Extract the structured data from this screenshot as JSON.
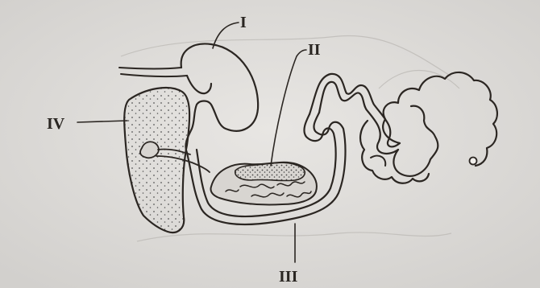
{
  "labels": {
    "one": "I",
    "two": "II",
    "three": "III",
    "four": "IV"
  }
}
